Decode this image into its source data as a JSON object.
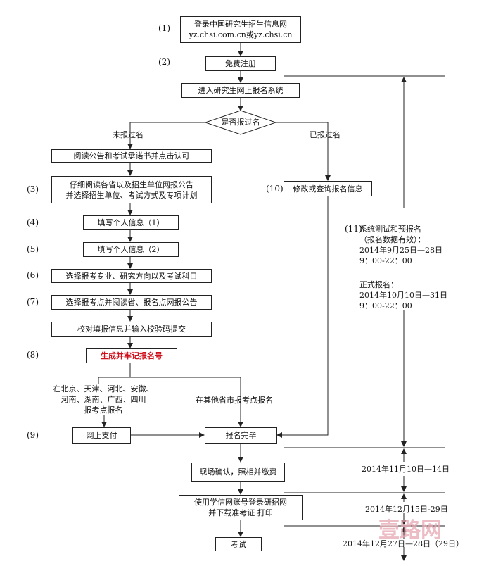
{
  "boxes": {
    "login": "登录中国研究生招生信息网\nyz.chsi.com.cn或yz.chsi.cn",
    "register": "免费注册",
    "enter_system": "进入研究生网上报名系统",
    "decision": "是否报过名",
    "read_notice": "阅读公告和考试承诺书并点击认可",
    "read_provinces": "仔细阅读各省以及招生单位网报公告\n并选择招生单位、考试方式及专项计划",
    "personal_info_1": "填写个人信息（1）",
    "personal_info_2": "填写个人信息（2）",
    "select_major": "选择报考专业、研究方向以及考试科目",
    "select_site": "选择报考点并阅读省、报名点网报公告",
    "verify_submit": "校对填报信息并输入校验码提交",
    "generate_number": "生成并牢记报名号",
    "modify_info": "修改或查询报名信息",
    "online_pay": "网上支付",
    "complete": "报名完毕",
    "onsite_confirm": "现场确认，照相并缴费",
    "download_admit": "使用学信网账号登录研招网\n并下载准考证 打印",
    "exam": "考试"
  },
  "labels": {
    "not_registered": "未报过名",
    "registered": "已报过名",
    "pay_provinces": "在北京、天津、河北、安徽、\n河南、湖南、广西、四川\n报考点报名",
    "other_provinces": "在其他省市报考点报名"
  },
  "numbers": {
    "n1": "(1)",
    "n2": "(2)",
    "n3": "(3)",
    "n4": "(4)",
    "n5": "(5)",
    "n6": "(6)",
    "n7": "(7)",
    "n8": "(8)",
    "n9": "(9)",
    "n10": "(10)",
    "n11": "(11)"
  },
  "timeline": {
    "prereg": "系统测试和预报名\n（报名数据有效）：\n2014年9月25日—28日\n9：00-22：00",
    "formal": "正式报名：\n2014年10月10日—31日\n9：00-22：00",
    "confirm_date": "2014年11月10日—14日",
    "download_date": "2014年12月15日-29日",
    "exam_date": "2014年12月27日—28日（29日）"
  },
  "watermark": "壹路网",
  "colors": {
    "line": "#222222",
    "highlight": "#d0101c",
    "watermark": "#e8a8b4"
  }
}
